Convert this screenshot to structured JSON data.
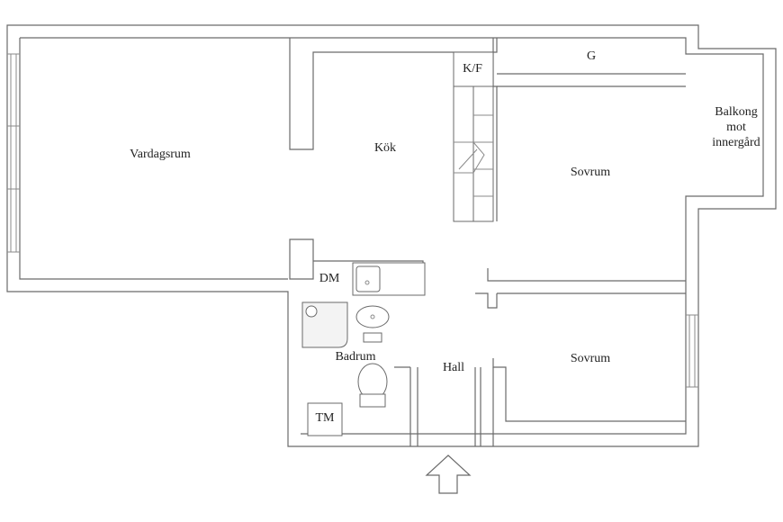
{
  "floorplan": {
    "rooms": {
      "living_room": "Vardagsrum",
      "kitchen": "Kök",
      "fridge_freezer": "K/F",
      "wardrobe": "G",
      "balcony_line1": "Balkong",
      "balcony_line2": "mot",
      "balcony_line3": "innergård",
      "bedroom_1": "Sovrum",
      "bedroom_2": "Sovrum",
      "dishwasher": "DM",
      "bathroom": "Badrum",
      "hall": "Hall",
      "washing_machine": "TM"
    },
    "entrance_icon": "up-arrow-icon",
    "colors": {
      "wall": "#6a6a6a",
      "text": "#222222",
      "background": "#ffffff"
    }
  }
}
